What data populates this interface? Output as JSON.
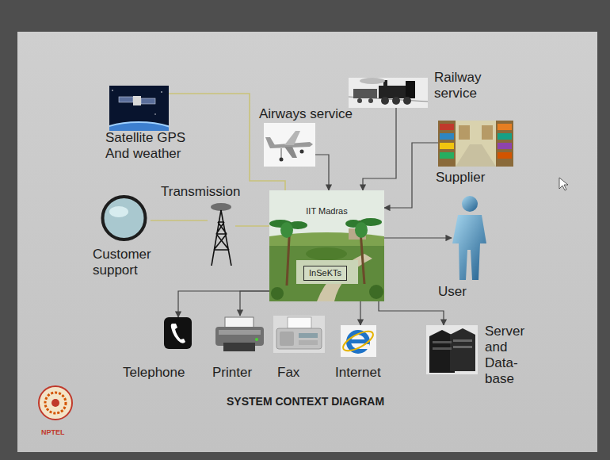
{
  "diagram": {
    "title": "SYSTEM CONTEXT DIAGRAM",
    "nodes": [
      {
        "text": [
          "Satellite GPS And weather"
        ]
      },
      {
        "text": [
          "Railway service"
        ]
      },
      {
        "text": [
          "Airways service"
        ]
      },
      {
        "text": [
          "Supplier"
        ]
      },
      {
        "text": [
          "Transmission"
        ]
      },
      {
        "text": [
          "Customer support"
        ]
      },
      {
        "text": [
          "IIT Madras"
        ]
      },
      {
        "text": [
          "InSeKTs"
        ],
        "in": 6
      },
      {
        "text": [
          "User"
        ]
      },
      {
        "text": [
          "Telephone"
        ]
      },
      {
        "text": [
          "Printer"
        ]
      },
      {
        "text": [
          "Fax"
        ]
      },
      {
        "text": [
          "Internet"
        ]
      },
      {
        "text": [
          "Server and Data-base"
        ]
      }
    ],
    "edges": [
      {
        "from": 0,
        "to": 6,
        "arrow": "none"
      },
      {
        "from": 5,
        "to": 4,
        "arrow": "none"
      },
      {
        "from": 4,
        "to": 6,
        "arrow": "none"
      },
      {
        "from": 2,
        "to": 6,
        "arrow": "to"
      },
      {
        "from": 1,
        "to": 6,
        "arrow": "to"
      },
      {
        "from": 3,
        "to": 6,
        "arrow": "to"
      },
      {
        "from": 6,
        "to": 8,
        "arrow": "to"
      },
      {
        "from": 6,
        "to": 9,
        "arrow": "to"
      },
      {
        "from": 6,
        "to": 10,
        "arrow": "to"
      },
      {
        "from": 6,
        "to": 12,
        "arrow": "to"
      },
      {
        "from": 6,
        "to": 13,
        "arrow": "to"
      }
    ],
    "labels": [
      "NPTEL"
    ]
  }
}
